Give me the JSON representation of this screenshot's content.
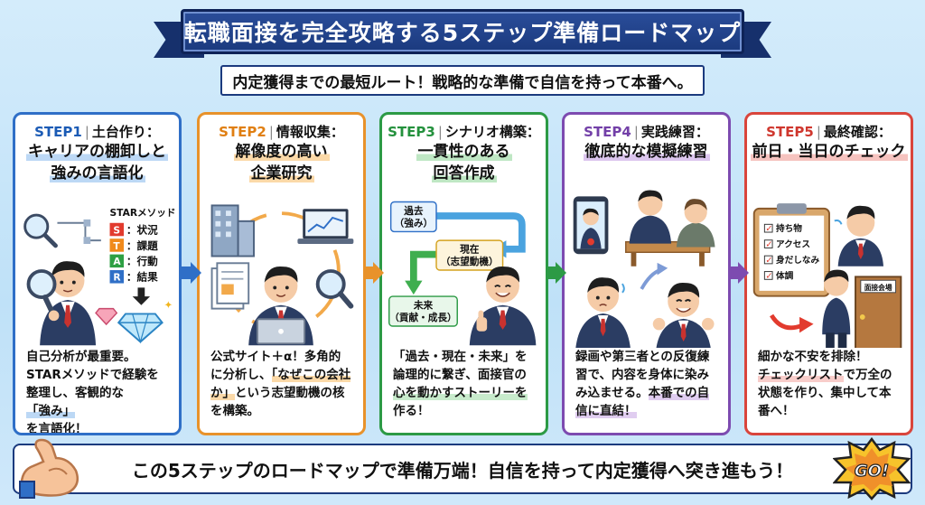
{
  "title": "転職面接を完全攻略する5ステップ準備ロードマップ",
  "subtitle": "内定獲得までの最短ルート！戦略的な準備で自信を持って本番へ。",
  "steps": [
    {
      "step": "STEP1",
      "category": "土台作り：",
      "heading_lines": [
        "キャリアの棚卸しと",
        "強みの言語化"
      ],
      "color": "#2f6fc7",
      "illustration": {
        "star_title": "STARメソッド",
        "star_items": [
          {
            "letter": "S",
            "text": "：状況",
            "color": "#e23b2e"
          },
          {
            "letter": "T",
            "text": "：課題",
            "color": "#f08a1c"
          },
          {
            "letter": "A",
            "text": "：行動",
            "color": "#2ea043"
          },
          {
            "letter": "R",
            "text": "：結果",
            "color": "#2f6fc7"
          }
        ]
      },
      "desc_lines": [
        [
          {
            "t": "自己分析が最重要。"
          }
        ],
        [
          {
            "t": "STARメソッドで経験を"
          }
        ],
        [
          {
            "t": "整理し、客観的な"
          },
          {
            "t": "「強み」",
            "hl": true
          }
        ],
        [
          {
            "t": "を言語化！"
          }
        ]
      ]
    },
    {
      "step": "STEP2",
      "category": "情報収集：",
      "heading_lines": [
        "解像度の高い",
        "企業研究"
      ],
      "color": "#e8922b",
      "desc_lines": [
        [
          {
            "t": "公式サイト＋α！多角的"
          }
        ],
        [
          {
            "t": "に分析し、"
          },
          {
            "t": "「なぜこの会社",
            "hl": true
          }
        ],
        [
          {
            "t": "か」",
            "hl": true
          },
          {
            "t": "という志望動機の核"
          }
        ],
        [
          {
            "t": "を構築。"
          }
        ]
      ]
    },
    {
      "step": "STEP3",
      "category": "シナリオ構築：",
      "heading_lines": [
        "一貫性のある",
        "回答作成"
      ],
      "color": "#2c9a45",
      "illustration": {
        "past": [
          "過去",
          "（強み）"
        ],
        "present": [
          "現在",
          "（志望動機）"
        ],
        "future": [
          "未来",
          "（貢献・成長）"
        ]
      },
      "desc_lines": [
        [
          {
            "t": "「過去・現在・未来」を"
          }
        ],
        [
          {
            "t": "論理的に繋ぎ、面接官の"
          }
        ],
        [
          {
            "t": "心を動かすストーリーを",
            "hl": true
          }
        ],
        [
          {
            "t": "作る！"
          }
        ]
      ]
    },
    {
      "step": "STEP4",
      "category": "実践練習：",
      "heading_lines": [
        "徹底的な模擬練習"
      ],
      "color": "#7d4bb0",
      "desc_lines": [
        [
          {
            "t": "録画や第三者との反復練"
          }
        ],
        [
          {
            "t": "習で、内容を身体に染み"
          }
        ],
        [
          {
            "t": "み込ませる。"
          },
          {
            "t": "本番での自",
            "hl": true
          }
        ],
        [
          {
            "t": "信に直結！",
            "hl": true
          }
        ]
      ]
    },
    {
      "step": "STEP5",
      "category": "最終確認：",
      "heading_lines": [
        "前日・当日のチェック"
      ],
      "color": "#d9453c",
      "illustration": {
        "checklist": [
          "持ち物",
          "アクセス",
          "身だしなみ",
          "体調"
        ],
        "door_sign": "面接会場"
      },
      "desc_lines": [
        [
          {
            "t": "細かな不安を排除！"
          }
        ],
        [
          {
            "t": "チェックリスト",
            "hl": true
          },
          {
            "t": "で万全の"
          }
        ],
        [
          {
            "t": "状態を作り、集中して本"
          }
        ],
        [
          {
            "t": "番へ！"
          }
        ]
      ]
    }
  ],
  "arrow_colors": [
    "#2f6fc7",
    "#e8922b",
    "#2c9a45",
    "#7d4bb0"
  ],
  "banner": {
    "text": "この5ステップのロードマップで準備万端！自信を持って内定獲得へ突き進もう！",
    "go_label": "GO!"
  }
}
